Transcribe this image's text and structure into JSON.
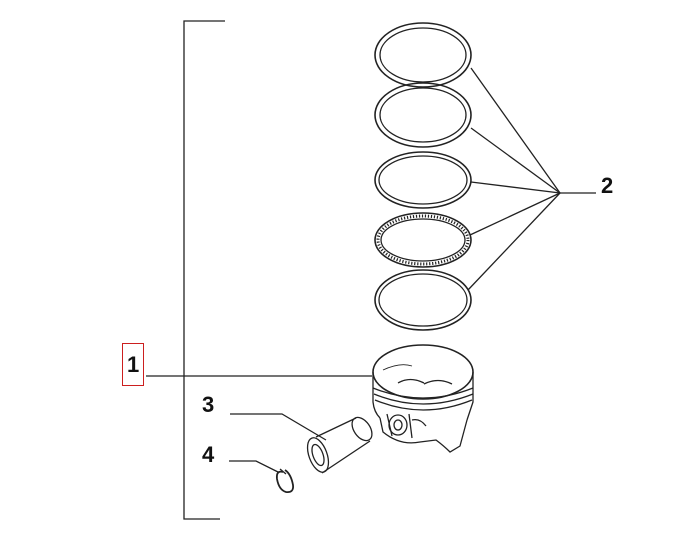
{
  "callouts": {
    "assembly": "1",
    "rings": "2",
    "pin": "3",
    "clip": "4"
  },
  "colors": {
    "line": "#222222",
    "highlight": "#cc1f1f",
    "background": "#ffffff"
  }
}
